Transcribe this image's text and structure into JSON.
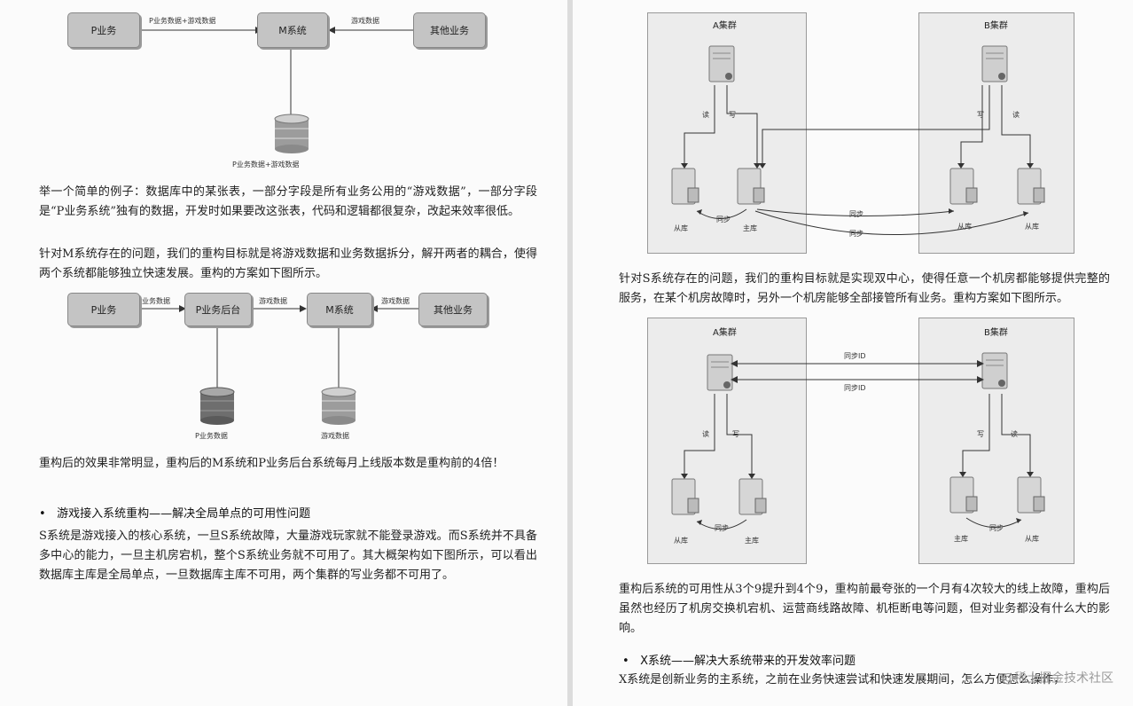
{
  "left": {
    "diagram1": {
      "p_business": "P业务",
      "m_system": "M系统",
      "other_business": "其他业务",
      "edge_p_to_m": "P业务数据+游戏数据",
      "edge_other_to_m": "游戏数据",
      "db_label": "P业务数据+游戏数据"
    },
    "para1": "举一个简单的例子：数据库中的某张表，一部分字段是所有业务公用的“游戏数据”，一部分字段是“P业务系统”独有的数据，开发时如果要改这张表，代码和逻辑都很复杂，改起来效率很低。",
    "para2": "针对M系统存在的问题，我们的重构目标就是将游戏数据和业务数据拆分，解开两者的耦合，使得两个系统都能够独立快速发展。重构的方案如下图所示。",
    "diagram2": {
      "p_business": "P业务",
      "p_backend": "P业务后台",
      "m_system": "M系统",
      "other_business": "其他业务",
      "edge_p_to_backend": "业务数据",
      "edge_backend_to_m": "游戏数据",
      "edge_other_to_m": "游戏数据",
      "db1_label": "P业务数据",
      "db2_label": "游戏数据"
    },
    "para3": "重构后的效果非常明显，重构后的M系统和P业务后台系统每月上线版本数是重构前的4倍！",
    "bullet1": "游戏接入系统重构——解决全局单点的可用性问题",
    "para4": "S系统是游戏接入的核心系统，一旦S系统故障，大量游戏玩家就不能登录游戏。而S系统并不具备多中心的能力，一旦主机房宕机，整个S系统业务就不可用了。其大概架构如下图所示，可以看出数据库主库是全局单点，一旦数据库主库不可用，两个集群的写业务都不可用了。"
  },
  "right": {
    "diagram3": {
      "cluster_a": "A集群",
      "cluster_b": "B集群",
      "read": "读",
      "write": "写",
      "sync": "同步",
      "slave": "从库",
      "master": "主库"
    },
    "para5": "针对S系统存在的问题，我们的重构目标就是实现双中心，使得任意一个机房都能够提供完整的服务，在某个机房故障时，另外一个机房能够全部接管所有业务。重构方案如下图所示。",
    "diagram4": {
      "cluster_a": "A集群",
      "cluster_b": "B集群",
      "sync_id1": "同步ID",
      "sync_id2": "同步ID",
      "read": "读",
      "write": "写",
      "sync": "同步",
      "slave": "从库",
      "master": "主库"
    },
    "para6": "重构后系统的可用性从3个9提升到4个9，重构前最夸张的一个月有4次较大的线上故障，重构后虽然也经历了机房交换机宕机、运营商线路故障、机柜断电等问题，但对业务都没有什么大的影响。",
    "bullet2": "X系统——解决大系统带来的开发效率问题",
    "para7": "X系统是创新业务的主系统，之前在业务快速尝试和快速发展期间，怎么方便怎么操作，",
    "watermark": "@稀土掘金技术社区"
  }
}
